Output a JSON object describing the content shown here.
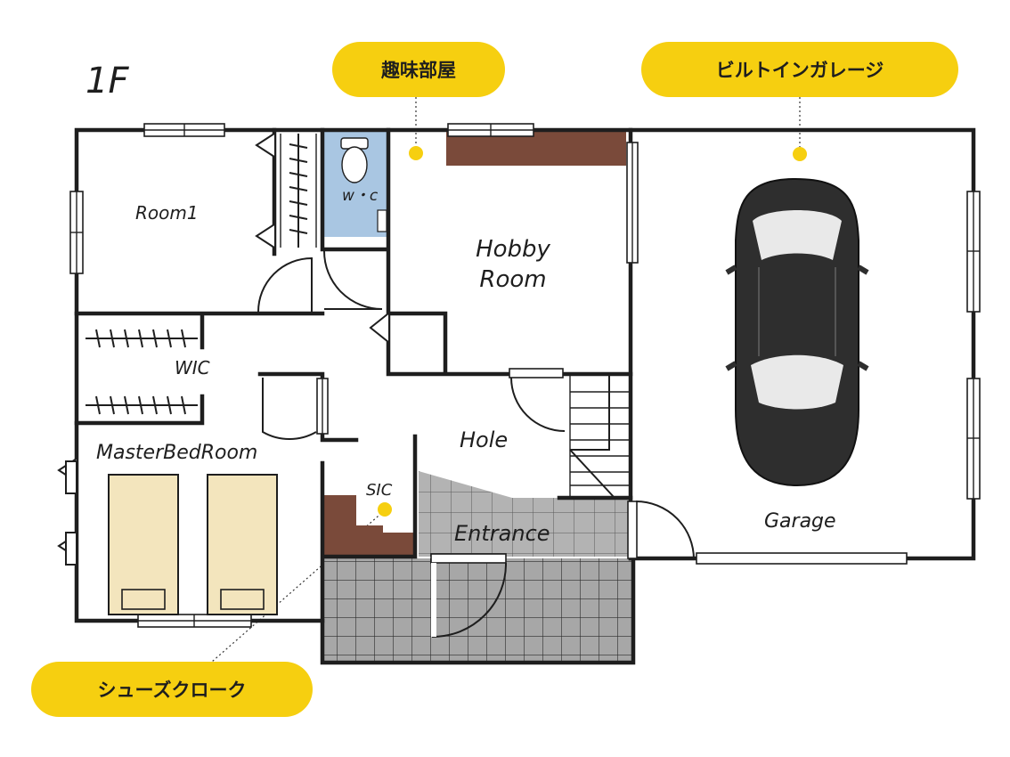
{
  "floor_label": "1F",
  "callouts": {
    "hobby": "趣味部屋",
    "garage": "ビルトインガレージ",
    "shoes": "シューズクローク"
  },
  "rooms": {
    "room1": "Room1",
    "wc": "w・c",
    "hobby_line1": "Hobby",
    "hobby_line2": "Room",
    "wic": "WIC",
    "master": "MasterBedRoom",
    "hole": "Hole",
    "sic": "SIC",
    "entrance": "Entrance",
    "garage": "Garage"
  },
  "colors": {
    "accent_yellow": "#f6cf10",
    "wc_blue": "#a9c6e2",
    "wood": "#7a4a3a",
    "tile_gray": "#a7a7a7",
    "car_body": "#2e2e2e",
    "bed": "#f3e5bd",
    "wall": "#1e1e1e"
  }
}
